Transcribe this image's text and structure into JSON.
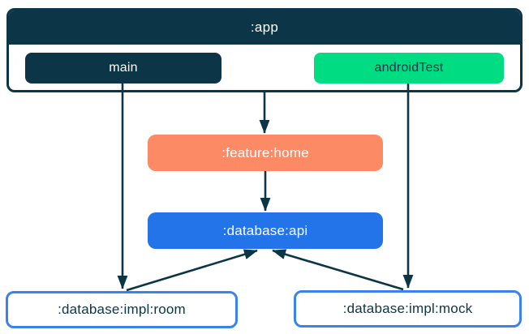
{
  "colors": {
    "navy": "#0C3547",
    "green": "#00DC82",
    "orange": "#FB8A65",
    "blue": "#2374E8",
    "impl_border_blue": "#3B82EE",
    "background": "#FFFFFF"
  },
  "app_container": {
    "title": ":app",
    "source_sets": [
      {
        "label": "main",
        "color": "#0C3547"
      },
      {
        "label": "androidTest",
        "color": "#00DC82"
      }
    ]
  },
  "modules": {
    "feature_home": {
      "label": ":feature:home",
      "color": "#FB8A65"
    },
    "database_api": {
      "label": ":database:api",
      "color": "#2374E8"
    },
    "database_impl_room": {
      "label": ":database:impl:room"
    },
    "database_impl_mock": {
      "label": ":database:impl:mock"
    }
  },
  "edges": [
    {
      "from": ":app",
      "to": ":feature:home"
    },
    {
      "from": ":feature:home",
      "to": ":database:api"
    },
    {
      "from": "main",
      "to": ":database:impl:room"
    },
    {
      "from": "androidTest",
      "to": ":database:impl:mock"
    },
    {
      "from": ":database:impl:room",
      "to": ":database:api"
    },
    {
      "from": ":database:impl:mock",
      "to": ":database:api"
    }
  ]
}
